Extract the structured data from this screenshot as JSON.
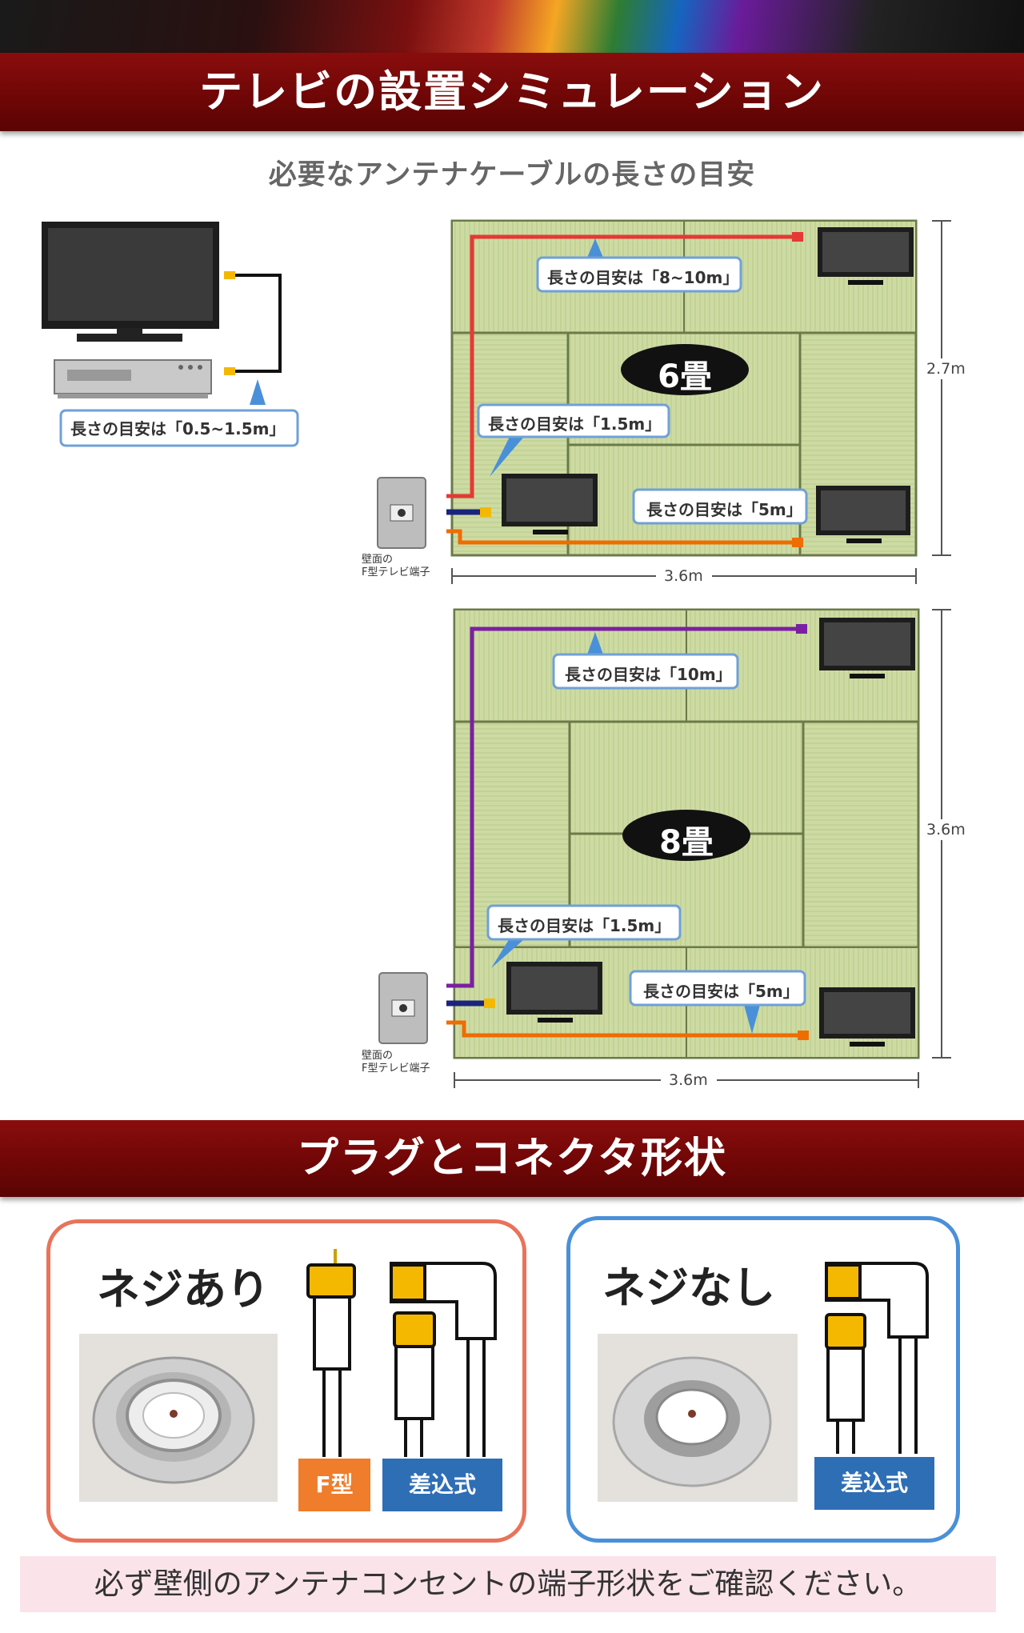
{
  "header": {
    "title": "テレビの設置シミュレーション"
  },
  "subtitle": "必要なアンテナケーブルの長さの目安",
  "tv_recorder": {
    "callout": "長さの目安は「0.5~1.5m」"
  },
  "room6": {
    "label": "6畳",
    "callout_far": "長さの目安は「8~10m」",
    "callout_near": "長さの目安は「1.5m」",
    "callout_side": "長さの目安は「5m」",
    "height": "2.7m",
    "width": "3.6m",
    "outlet_line1": "壁面の",
    "outlet_line2": "F型テレビ端子"
  },
  "room8": {
    "label": "8畳",
    "callout_far": "長さの目安は「10m」",
    "callout_near": "長さの目安は「1.5m」",
    "callout_side": "長さの目安は「5m」",
    "height": "3.6m",
    "width": "3.6m",
    "outlet_line1": "壁面の",
    "outlet_line2": "F型テレビ端子"
  },
  "section2": {
    "title": "プラグとコネクタ形状"
  },
  "screw": {
    "title": "ネジあり",
    "tag_f": "F型",
    "tag_push": "差込式",
    "border_color": "#e8735a"
  },
  "noscrew": {
    "title": "ネジなし",
    "tag_push": "差込式",
    "border_color": "#4a90d9"
  },
  "footer": {
    "note": "必ず壁側のアンテナコンセントの端子形状をご確認ください。"
  },
  "colors": {
    "red_cable": "#e53935",
    "blue_cable": "#1a237e",
    "orange_cable": "#ef6c00",
    "purple_cable": "#7b1fa2",
    "tatami": "#c9d9a0",
    "plug": "#f5b800"
  }
}
